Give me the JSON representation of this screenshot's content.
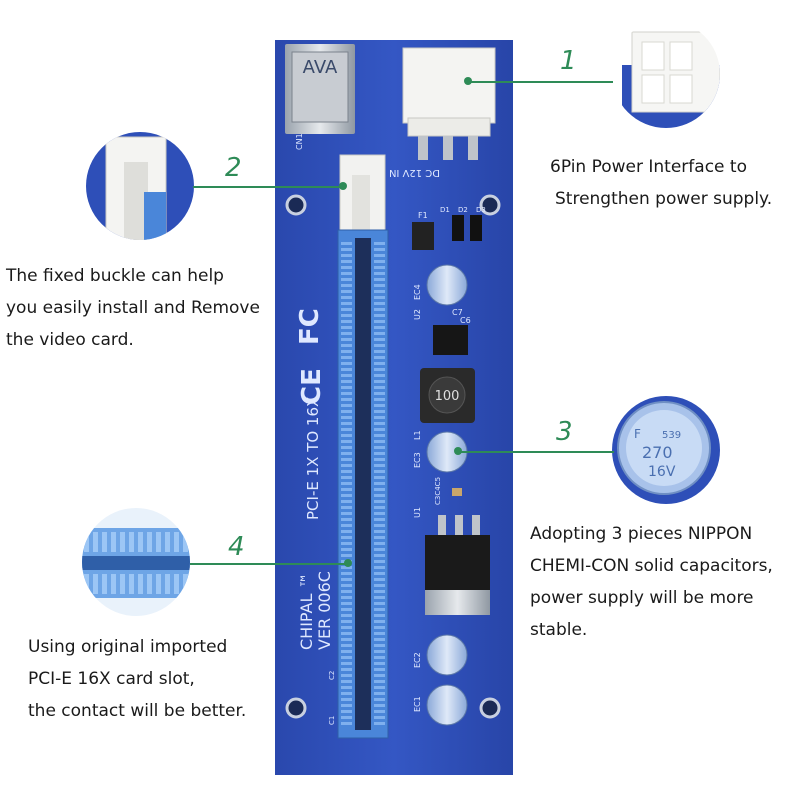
{
  "callouts": [
    {
      "num": "1",
      "lines": [
        "6Pin Power Interface to",
        "Strengthen power supply."
      ]
    },
    {
      "num": "2",
      "lines": [
        "The fixed buckle can help",
        "you easily install and Remove",
        "the video card."
      ]
    },
    {
      "num": "3",
      "lines": [
        "Adopting 3 pieces NIPPON",
        "CHEMI-CON solid capacitors,",
        "power supply will be more",
        "stable."
      ]
    },
    {
      "num": "4",
      "lines": [
        "Using original imported",
        "PCI-E 16X card slot,",
        "the contact will be better."
      ]
    }
  ],
  "board_labels": {
    "model": "PCI-E 1X TO 16X",
    "brand": "CHIPAL ™",
    "version": "VER 006C",
    "dc": "DC 12V IN",
    "cap_value": "270",
    "cap_voltage": "16V",
    "cap_code": "539",
    "cap_mark": "F",
    "inductor": "100",
    "fc": "FC",
    "ce": "CE",
    "usb": "AVA",
    "ec4": "EC4",
    "ec3": "EC3",
    "ec2": "EC2",
    "ec1": "EC1",
    "u2": "U2",
    "u1": "U1",
    "l1": "L1",
    "cn1": "CN1",
    "c7": "C7",
    "c6": "C6",
    "c3c4c5": "C3C4C5",
    "c2": "C2",
    "c1": "C1",
    "f1": "F1",
    "d1": "D1",
    "d2": "D2",
    "d3": "D3"
  },
  "colors": {
    "pcb": "#2e4fb8",
    "pcb_dark": "#1f3a95",
    "slot": "#4a86d9",
    "accent": "#2e8b57"
  }
}
